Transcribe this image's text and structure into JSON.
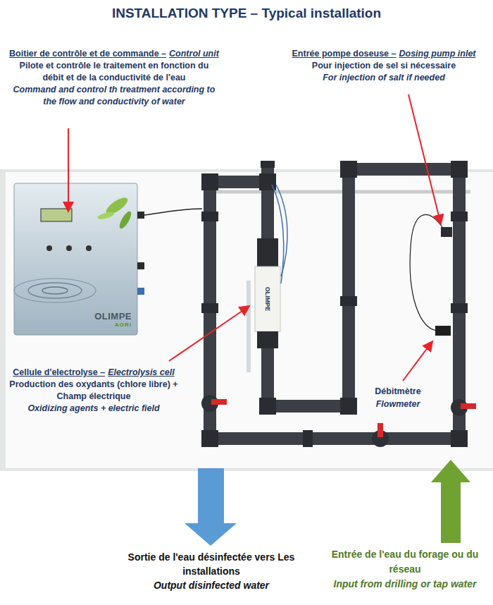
{
  "diagram": {
    "title": "INSTALLATION TYPE – Typical installation",
    "nodes": [
      {
        "text": [
          "OLIMPE",
          "AGRI"
        ]
      },
      {
        "text": [
          "OLIMPE"
        ]
      }
    ],
    "labels": [
      "Boitier de contrôle et de commande –",
      "Control unit",
      "Pilote et contrôle le traitement en fonction du débit et de la conductivité de l'eau",
      "Command and control th treatment according to the flow and conductivity of water",
      "Entrée pompe doseuse –",
      "Dosing pump inlet",
      "Pour injection de sel si nécessaire",
      "For injection of salt if needed",
      "Cellule d'electrolyse –",
      "Electrolysis cell",
      "Production des oxydants (chlore libre) + Champ électrique",
      "Oxidizing agents + electric field",
      "Débitmètre",
      "Flowmeter",
      "Sortie de l'eau désinfectée vers Les installations",
      "Output disinfected water",
      "Entrée de l'eau du forage ou du réseau",
      "Input from drilling or tap water"
    ]
  }
}
